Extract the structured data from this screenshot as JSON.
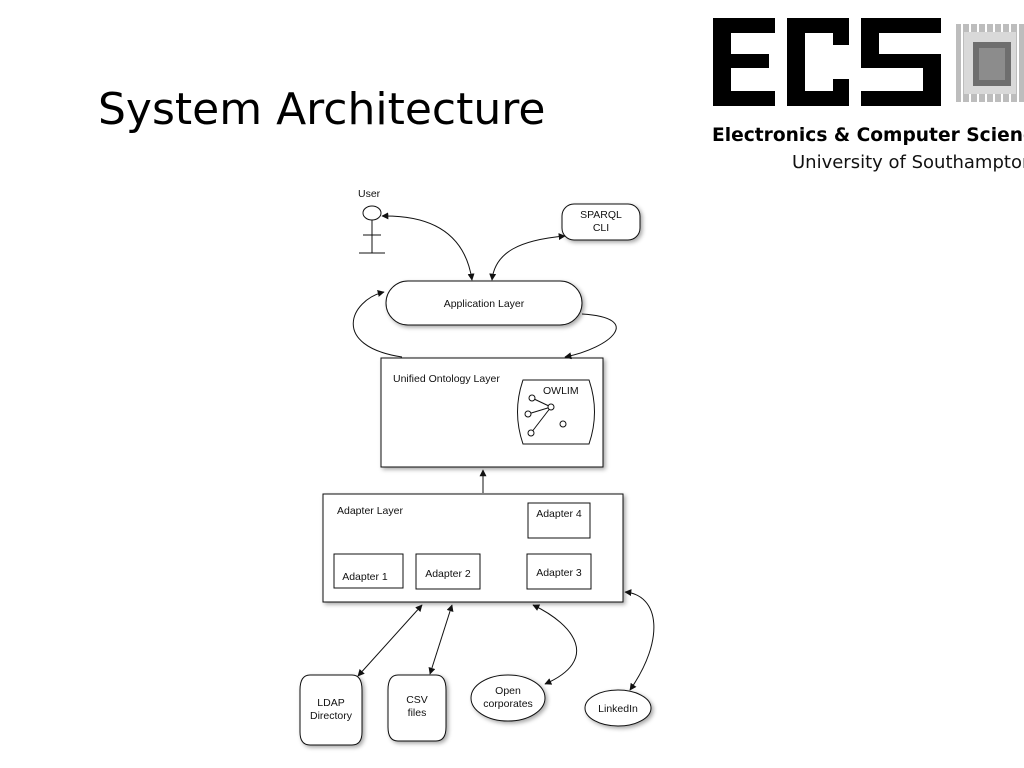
{
  "slide": {
    "title": "System Architecture"
  },
  "logo": {
    "letters": "ECS",
    "name": "Electronics & Computer Science",
    "university": "University of Southampton"
  },
  "diagram": {
    "user_label": "User",
    "sparql_line1": "SPARQL",
    "sparql_line2": "CLI",
    "application_layer": "Application Layer",
    "ontology_layer": "Unified Ontology Layer",
    "owlim": "OWLIM",
    "adapter_layer": "Adapter Layer",
    "adapter1": "Adapter 1",
    "adapter2": "Adapter 2",
    "adapter3": "Adapter 3",
    "adapter4": "Adapter 4",
    "ldap_line1": "LDAP",
    "ldap_line2": "Directory",
    "csv_line1": "CSV",
    "csv_line2": "files",
    "open_line1": "Open",
    "open_line2": "corporates",
    "linkedin": "LinkedIn"
  }
}
